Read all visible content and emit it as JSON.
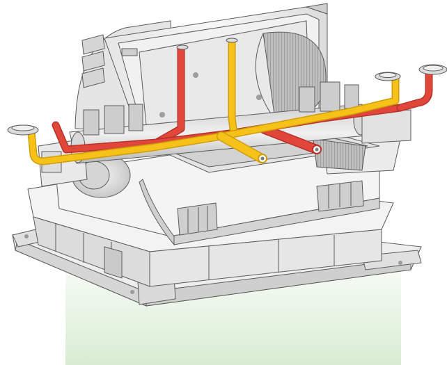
{
  "colors": {
    "background": "#ffffff",
    "ground_glow_top": "#ffffff",
    "ground_glow_bottom": "#d8ecd2",
    "metal_light": "#f2f2f2",
    "metal_mid": "#e2e2e2",
    "metal_dark": "#bdbdbd",
    "metal_shadow": "#8e8e8e",
    "outline": "#5a5a5a",
    "pipe_red": "#e0463a",
    "pipe_red_dark": "#b73228",
    "pipe_yellow": "#f6c21a",
    "pipe_yellow_dark": "#cf9d08"
  },
  "illustration": {
    "subject": "cutaway-generator-with-cooling-pipes",
    "parts": [
      "base-frame",
      "stator-housing",
      "cover-hood",
      "rotor",
      "cooler-fins",
      "red-pipes",
      "yellow-pipes",
      "flanges"
    ]
  }
}
